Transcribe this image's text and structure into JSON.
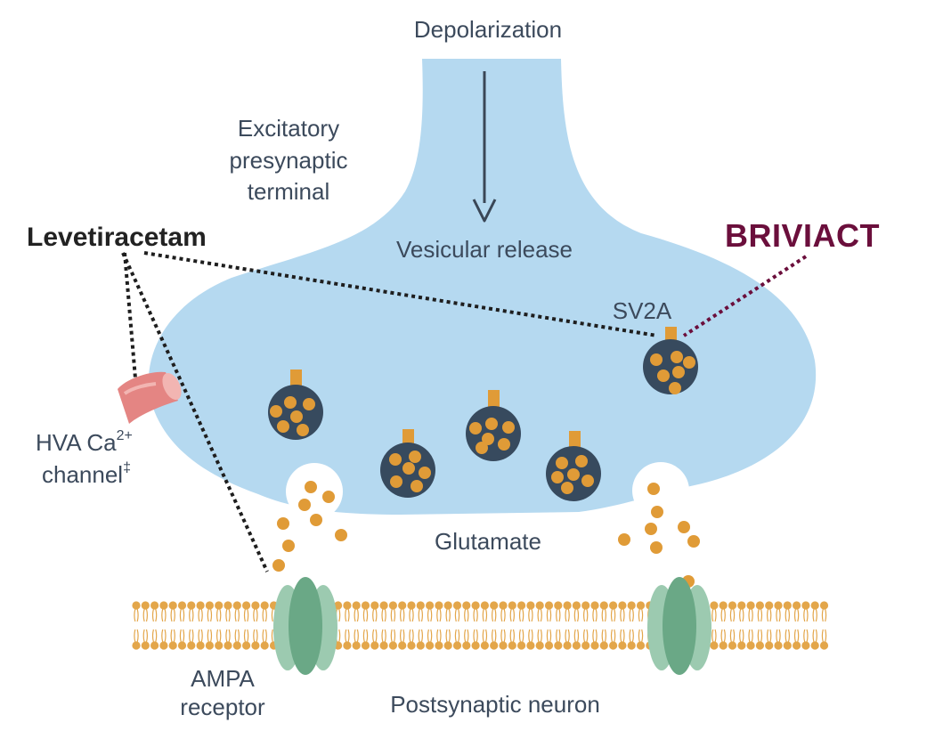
{
  "labels": {
    "depolarization": "Depolarization",
    "presynaptic_line1": "Excitatory",
    "presynaptic_line2": "presynaptic",
    "presynaptic_line3": "terminal",
    "levetiracetam": "Levetiracetam",
    "briviact": "BRIVIACT",
    "vesicular_release": "Vesicular release",
    "sv2a": "SV2A",
    "hva_line1": "HVA Ca",
    "hva_sup": "2+",
    "hva_line2": "channel",
    "hva_mark": "‡",
    "glutamate": "Glutamate",
    "ampa_line1": "AMPA",
    "ampa_line2": "receptor",
    "postsynaptic": "Postsynaptic neuron"
  },
  "colors": {
    "terminal_fill": "#b5d9f0",
    "vesicle": "#374a5e",
    "glutamate_dot": "#e09b37",
    "sv2a_tab": "#e09b37",
    "membrane": "#e3a64a",
    "receptor_dark": "#6aa886",
    "receptor_light": "#9ccab0",
    "channel": "#e48583",
    "briviact": "#6b0f3c",
    "arrow": "#3a4656"
  },
  "icons": {
    "vesicle": "vesicle-icon",
    "receptor": "ampa-receptor-icon",
    "channel": "calcium-channel-icon"
  }
}
